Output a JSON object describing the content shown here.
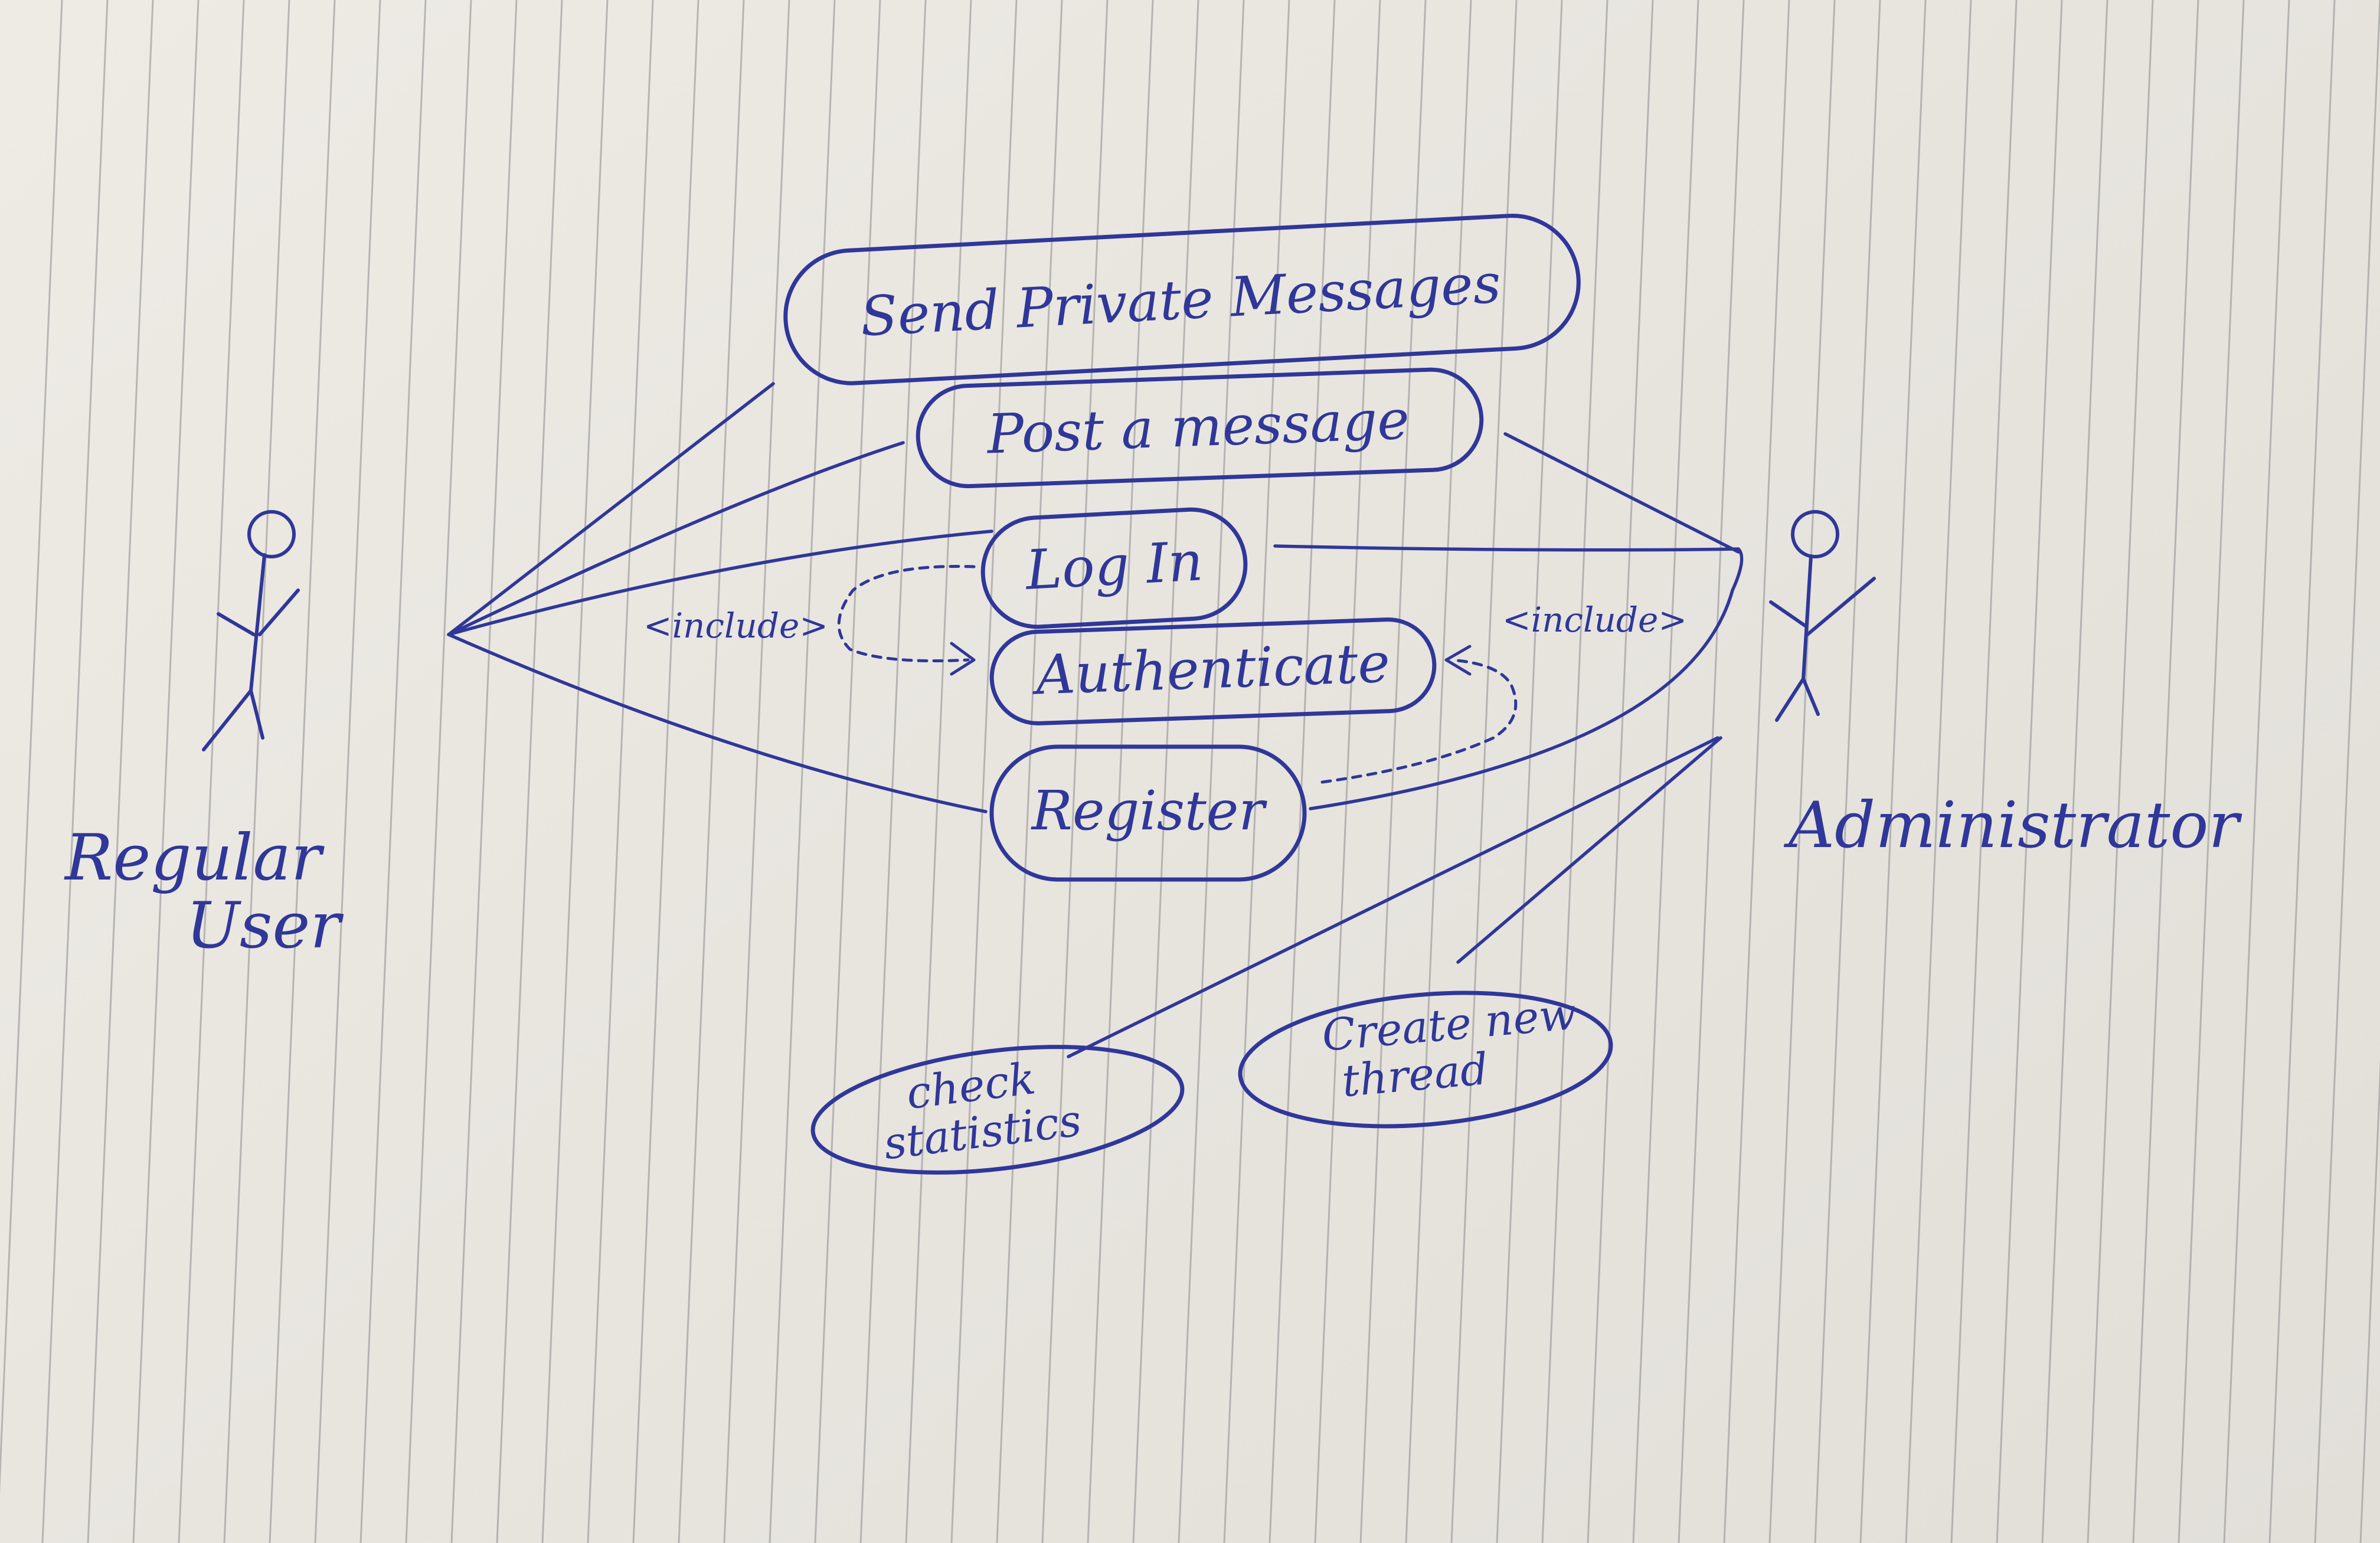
{
  "diagram": {
    "actors": {
      "regular_user": {
        "line1": "Regular",
        "line2": "User"
      },
      "administrator": {
        "name": "Administrator"
      }
    },
    "use_cases": {
      "send_private_messages": "Send Private Messages",
      "post_a_message": "Post a message",
      "log_in": "Log In",
      "authenticate": "Authenticate",
      "register": "Register",
      "check_statistics": {
        "line1": "check",
        "line2": "statistics"
      },
      "create_new_thread": {
        "line1": "Create new",
        "line2": "thread"
      }
    },
    "relationships": {
      "include_left": "<include>",
      "include_right": "<include>"
    },
    "colors": {
      "ink": "#2f3799",
      "paper": "#e9e6e0",
      "ruling": "#8d8c8f"
    }
  }
}
